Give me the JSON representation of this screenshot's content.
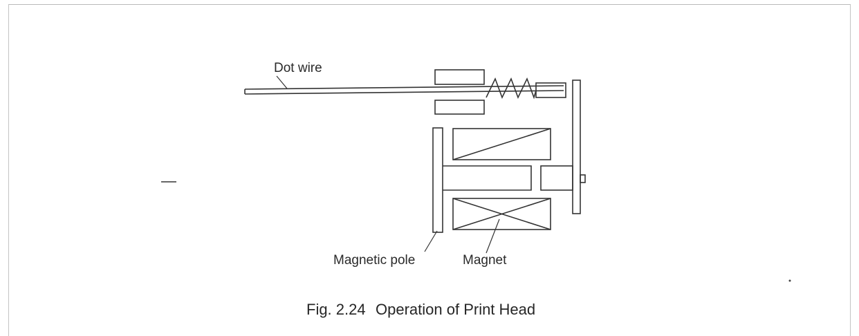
{
  "labels": {
    "dot_wire": "Dot wire",
    "magnetic_pole": "Magnetic pole",
    "magnet": "Magnet"
  },
  "caption": {
    "fig_number": "Fig. 2.24",
    "title": "Operation of Print Head"
  },
  "colors": {
    "ink": "#333333",
    "frame": "#c0c0c0",
    "background": "#ffffff"
  }
}
